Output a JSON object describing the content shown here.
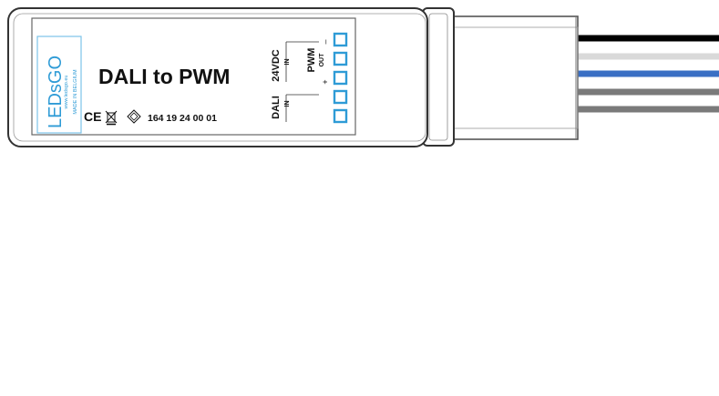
{
  "product": {
    "title": "DALI to PWM",
    "part_number": "164 19 24 00 01",
    "brand_logo": "LEDsGO",
    "brand_url": "www.ledsgo.eu",
    "made_in": "MADE IN BELGIUM",
    "certification_icons": [
      "ce-mark-icon",
      "weee-bin-icon",
      "class-iii-icon"
    ],
    "brand_color": "#2e9bd6"
  },
  "terminals": {
    "supply_label": "24VDC",
    "supply_sub": "IN",
    "pwm_label": "PWM",
    "pwm_sub": "OUT",
    "minus_sign": "–",
    "plus_sign": "+",
    "dali_label": "DALI",
    "dali_sub": "IN",
    "terminal_color": "#2e9bd6",
    "count": 5
  },
  "wires": [
    {
      "color": "#000000"
    },
    {
      "color": "#d9d9d9"
    },
    {
      "color": "#3a6fc4"
    },
    {
      "color": "#7a7a7a"
    },
    {
      "color": "#7a7a7a"
    }
  ]
}
